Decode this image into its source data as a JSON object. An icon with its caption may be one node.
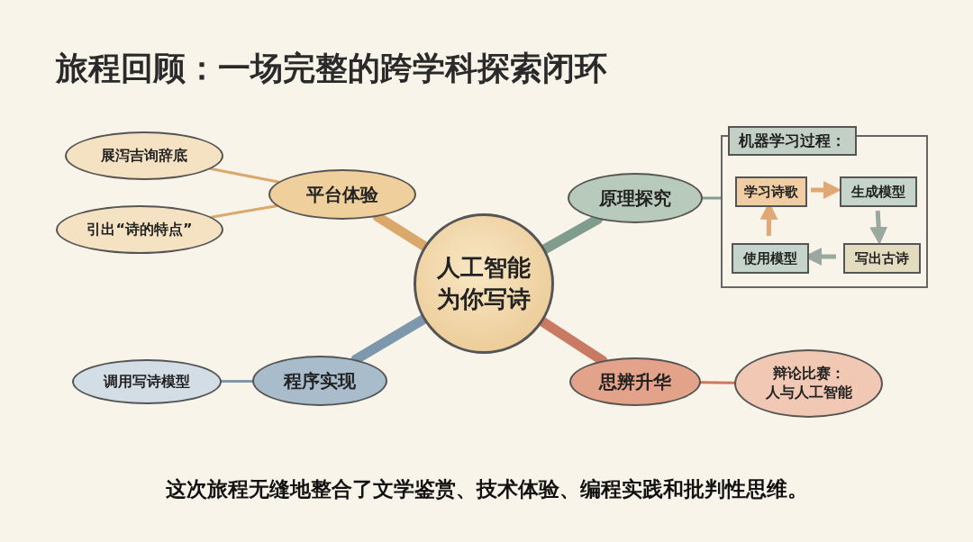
{
  "diagram": {
    "title": "旅程回顾：一场完整的跨学科探索闭环",
    "nodes": [
      {
        "text": [
          "人工智能为你写诗"
        ]
      },
      {
        "text": [
          "平台体验"
        ]
      },
      {
        "text": [
          "展泻吉询辞底"
        ]
      },
      {
        "text": [
          "引出“诗的特点”"
        ]
      },
      {
        "text": [
          "原理探究"
        ]
      },
      {
        "text": [
          "机器学习过程："
        ]
      },
      {
        "text": [
          "学习诗歌"
        ],
        "in": 5
      },
      {
        "text": [
          "生成模型"
        ],
        "in": 5
      },
      {
        "text": [
          "写出古诗"
        ],
        "in": 5
      },
      {
        "text": [
          "使用模型"
        ],
        "in": 5
      },
      {
        "text": [
          "程序实现"
        ]
      },
      {
        "text": [
          "调用写诗模型"
        ]
      },
      {
        "text": [
          "思辨升华"
        ]
      },
      {
        "text": [
          "辩论比赛：人与人工智能"
        ]
      }
    ],
    "edges": [
      {
        "from": 0,
        "to": 1,
        "arrow": "none",
        "style": "thick",
        "color": "#d9a86a"
      },
      {
        "from": 1,
        "to": 2,
        "arrow": "none",
        "color": "#d9a86a"
      },
      {
        "from": 1,
        "to": 3,
        "arrow": "none",
        "color": "#d9a86a"
      },
      {
        "from": 0,
        "to": 4,
        "arrow": "none",
        "style": "thick",
        "color": "#7f9c8c"
      },
      {
        "from": 4,
        "to": 5,
        "arrow": "none",
        "color": "#7f9c8c"
      },
      {
        "from": 6,
        "to": 7,
        "arrow": "to",
        "color": "#e0a874"
      },
      {
        "from": 7,
        "to": 8,
        "arrow": "to",
        "color": "#9aa8a0"
      },
      {
        "from": 8,
        "to": 9,
        "arrow": "to",
        "color": "#9aa8a0"
      },
      {
        "from": 9,
        "to": 6,
        "arrow": "to",
        "color": "#e0a874"
      },
      {
        "from": 0,
        "to": 10,
        "arrow": "none",
        "style": "thick",
        "color": "#7d97ad"
      },
      {
        "from": 10,
        "to": 11,
        "arrow": "none",
        "color": "#7d97ad"
      },
      {
        "from": 0,
        "to": 12,
        "arrow": "none",
        "style": "thick",
        "color": "#c97a62"
      },
      {
        "from": 12,
        "to": 13,
        "arrow": "none",
        "color": "#c97a62"
      }
    ],
    "caption": "这次旅程无缝地整合了文学鉴赏、技术体验、编程实践和批判性思维。"
  }
}
